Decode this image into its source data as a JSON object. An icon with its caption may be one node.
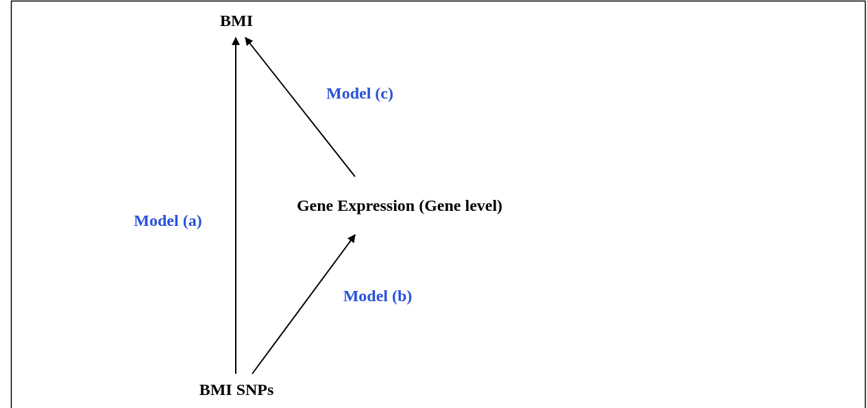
{
  "diagram": {
    "nodes": [
      {
        "text": [
          "BMI"
        ]
      },
      {
        "text": [
          "Gene Expression (Gene level)"
        ]
      },
      {
        "text": [
          "BMI SNPs"
        ]
      }
    ],
    "edges": [
      {
        "from": 2,
        "to": 0,
        "arrow": "to",
        "label": "Model (a)"
      },
      {
        "from": 2,
        "to": 1,
        "arrow": "to",
        "label": "Model (b)"
      },
      {
        "from": 1,
        "to": 0,
        "arrow": "to",
        "label": "Model (c)"
      }
    ]
  }
}
